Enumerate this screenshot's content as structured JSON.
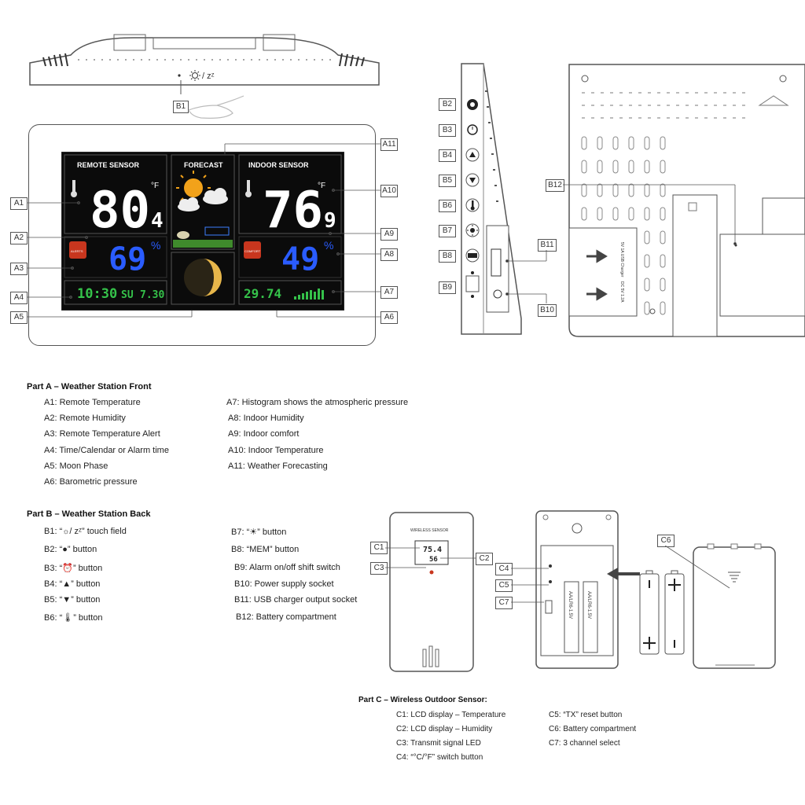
{
  "callouts": {
    "A1": "A1",
    "A2": "A2",
    "A3": "A3",
    "A4": "A4",
    "A5": "A5",
    "A6": "A6",
    "A7": "A7",
    "A8": "A8",
    "A9": "A9",
    "A10": "A10",
    "A11": "A11",
    "B1": "B1",
    "B2": "B2",
    "B3": "B3",
    "B4": "B4",
    "B5": "B5",
    "B6": "B6",
    "B7": "B7",
    "B8": "B8",
    "B9": "B9",
    "B10": "B10",
    "B11": "B11",
    "B12": "B12",
    "C1": "C1",
    "C2": "C2",
    "C3": "C3",
    "C4": "C4",
    "C5": "C5",
    "C6": "C6",
    "C7": "C7"
  },
  "touch_field": "/ zᶻ",
  "lcd": {
    "remote_sensor": "REMOTE SENSOR",
    "forecast": "FORECAST",
    "indoor_sensor": "INDOOR SENSOR",
    "remote_temp": "80",
    "remote_temp_dec": "4",
    "remote_unit": "°F",
    "indoor_temp": "76",
    "indoor_temp_dec": "9",
    "indoor_unit": "°F",
    "remote_humidity": "69",
    "indoor_humidity": "49",
    "percent": "%",
    "alert": "ALERTS",
    "comfort": "COMFORT",
    "time": "10:30",
    "day": "SU",
    "date": "7.30",
    "pressure": "29.74"
  },
  "back": {
    "usb_label": "5V 1A USB Charger",
    "dc_label": "DC 5V 1.2A"
  },
  "sensor": {
    "title": "WIRELESS SENSOR",
    "temp": "75.4",
    "humidity": "56",
    "battery_label": "AA/LR6-1.5V"
  },
  "partA": {
    "title": "Part A – Weather Station Front",
    "left": [
      "A1: Remote Temperature",
      "A2: Remote Humidity",
      "A3: Remote Temperature Alert",
      "A4: Time/Calendar or Alarm time",
      "A5: Moon Phase",
      "A6: Barometric pressure"
    ],
    "right": [
      "A7: Histogram shows the atmospheric pressure",
      "A8: Indoor Humidity",
      "A9: Indoor comfort",
      "A10: Indoor Temperature",
      "A11: Weather Forecasting"
    ]
  },
  "partB": {
    "title": "Part B – Weather Station Back",
    "left": [
      {
        "pre": "B1: “",
        "post": "” touch field"
      },
      {
        "pre": "B2: “",
        "post": "” button"
      },
      {
        "pre": "B3: “",
        "post": "” button"
      },
      {
        "pre": "B4: “",
        "post": "” button"
      },
      {
        "pre": "B5: “",
        "post": "” button"
      },
      {
        "pre": "B6: “",
        "post": "” button"
      }
    ],
    "right": [
      {
        "pre": "B7: “",
        "post": "” button"
      },
      {
        "pre": "B8: “MEM” button",
        "post": ""
      },
      {
        "pre": "B9: Alarm on/off shift switch",
        "post": ""
      },
      {
        "pre": "B10: Power supply socket",
        "post": ""
      },
      {
        "pre": "B11: USB charger output socket",
        "post": ""
      },
      {
        "pre": "B12: Battery compartment",
        "post": ""
      }
    ]
  },
  "partC": {
    "title": "Part C – Wireless Outdoor Sensor:",
    "left": [
      "C1: LCD display – Temperature",
      "C2: LCD display – Humidity",
      "C3: Transmit signal LED",
      "C4: “°C/°F” switch button"
    ],
    "right": [
      "C5: “TX” reset button",
      "C6: Battery compartment",
      "C7: 3 channel select"
    ]
  },
  "colors": {
    "lcd_bg": "#0b0b0b",
    "humidity_blue": "#2a5cff",
    "green": "#35c24a",
    "sun": "#f2a21a",
    "moon": "#e7b64a",
    "red_panel": "#c8361e"
  }
}
